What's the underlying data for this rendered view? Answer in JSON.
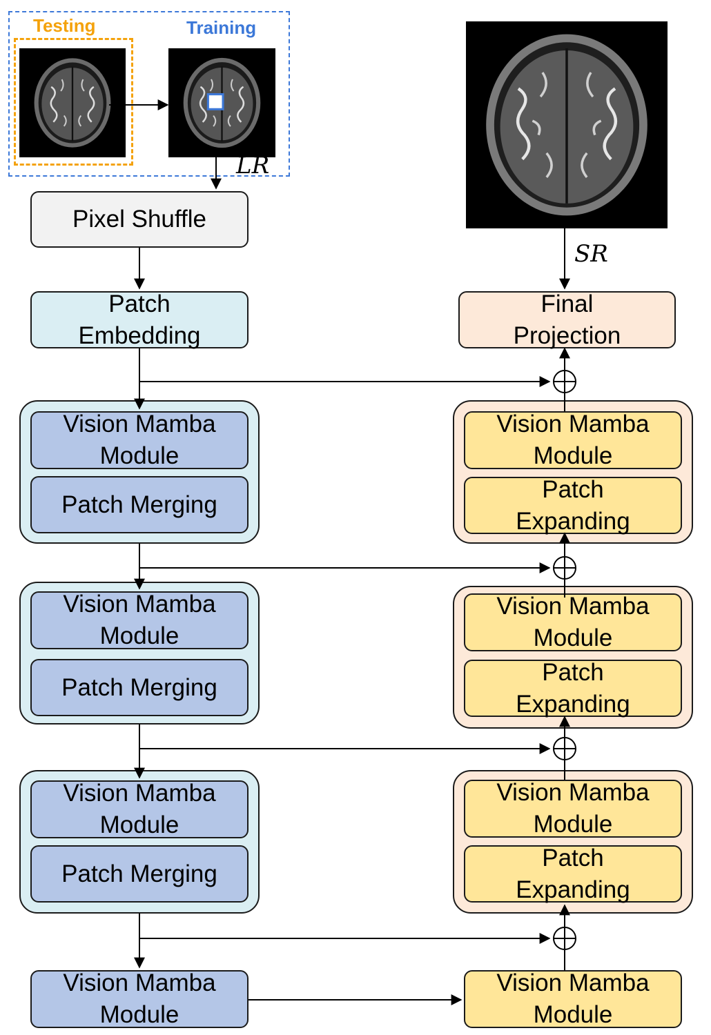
{
  "input": {
    "testing_label": "Testing",
    "training_label": "Training",
    "lr_label": "LR"
  },
  "output": {
    "sr_label": "SR"
  },
  "encoder": {
    "pixel_shuffle": "Pixel Shuffle",
    "patch_embedding": "Patch\nEmbedding",
    "stages": [
      {
        "vmm": "Vision Mamba\nModule",
        "merge": "Patch Merging"
      },
      {
        "vmm": "Vision Mamba\nModule",
        "merge": "Patch Merging"
      },
      {
        "vmm": "Vision Mamba\nModule",
        "merge": "Patch Merging"
      }
    ],
    "bottleneck": "Vision Mamba\nModule"
  },
  "decoder": {
    "final_projection": "Final\nProjection",
    "stages": [
      {
        "vmm": "Vision Mamba\nModule",
        "expand": "Patch\nExpanding"
      },
      {
        "vmm": "Vision Mamba\nModule",
        "expand": "Patch\nExpanding"
      },
      {
        "vmm": "Vision Mamba\nModule",
        "expand": "Patch\nExpanding"
      }
    ],
    "bottleneck": "Vision Mamba\nModule"
  },
  "colors": {
    "training_dash": "#3c78d8",
    "testing_dash": "#f4a20c",
    "encoder_block": "#b4c6e7",
    "decoder_block": "#ffe699",
    "encoder_group": "#daeef3",
    "decoder_group": "#fde9d9",
    "pixel_shuffle": "#f2f2f2"
  },
  "icons": {
    "skip_add": "circle-plus-icon",
    "mri_image": "brain-mri-icon"
  }
}
